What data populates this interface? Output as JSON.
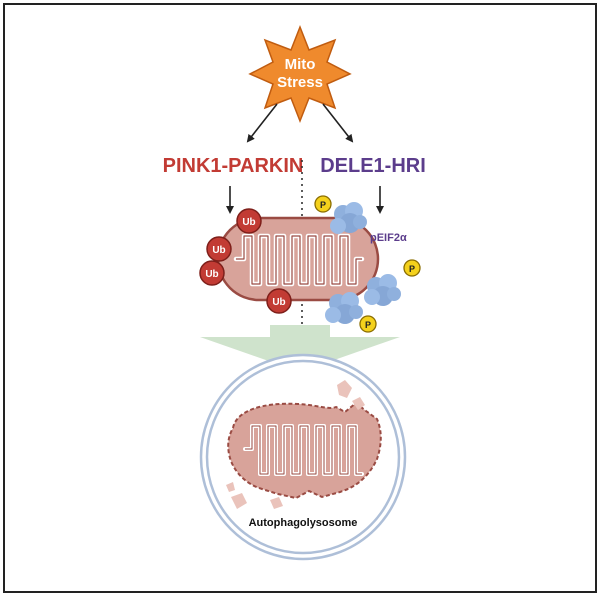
{
  "stress_label": {
    "line1": "Mito",
    "line2": "Stress"
  },
  "pathways": {
    "left": "PINK1-PARKIN",
    "right": "DELE1-HRI"
  },
  "ub_label": "Ub",
  "phospho_label": "P",
  "peif_label": "pEIF2α",
  "autophagolysosome_label": "Autophagolysosome",
  "colors": {
    "parkin_red": "#c23b34",
    "hri_purple": "#5c3d8c",
    "star_orange": "#ef8a2d",
    "mito_fill": "#d8a39a",
    "mito_stroke": "#9a4b43",
    "protein_blue": "#8fb0dd",
    "phospho_yellow": "#f4d11c",
    "funnel_green": "#cfe3cc",
    "lysosome_blue": "#aebfd8"
  }
}
